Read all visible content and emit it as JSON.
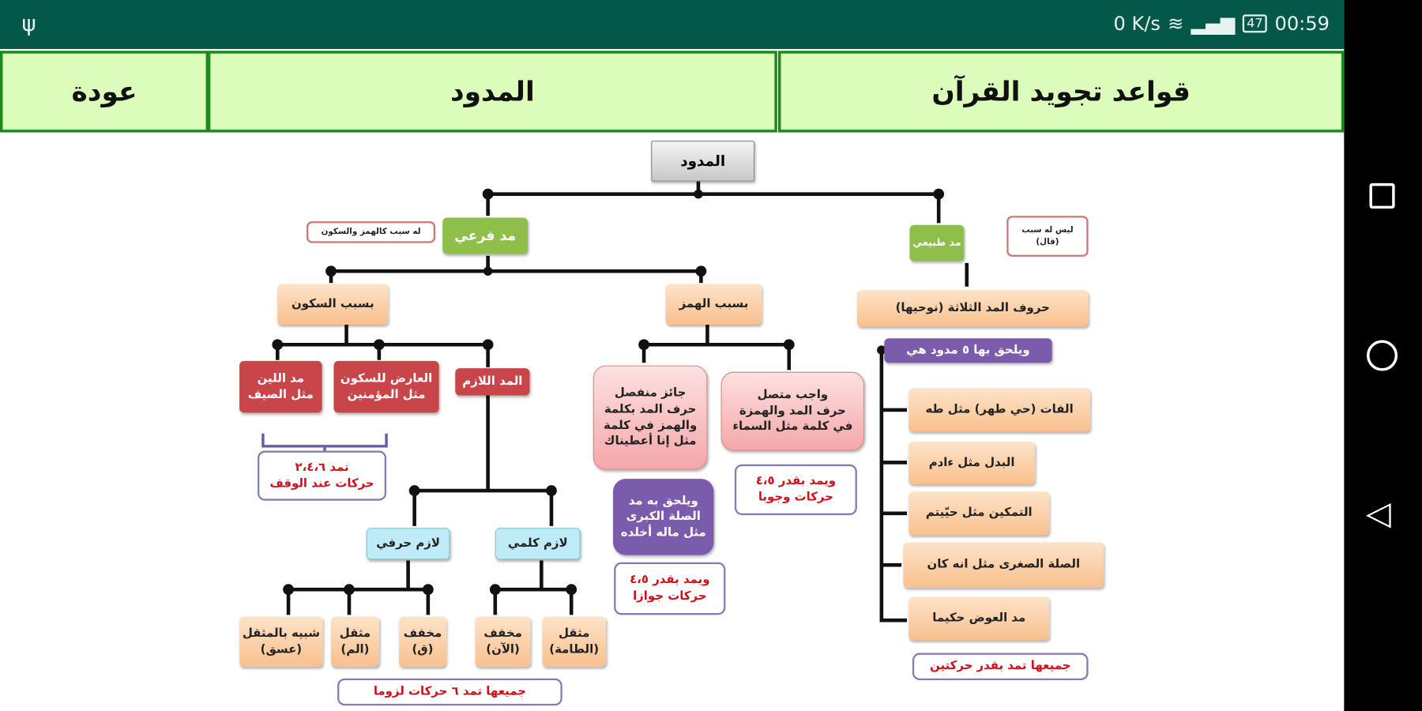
{
  "status_bar": {
    "speed": "0 K/s",
    "battery": "47",
    "time": "00:59"
  },
  "header": {
    "title": "قواعد تجويد القرآن",
    "section": "المدود",
    "back": "عودة"
  },
  "diagram": {
    "root": "المدود",
    "far3i": "مد فرعي",
    "far3i_note": "له سبب كالهمز والسكون",
    "tabi3i": "مد طبيعي",
    "tabi3i_note": "ليس له سبب\n(قال)",
    "sukun": "بسبب السكون",
    "hamz": "بسبب الهمز",
    "huruf": "حروف المد الثلاثة (نوحيها)",
    "leen": "مد اللين\nمثل الصيف",
    "aarid": "العارض للسكون\nمثل المؤمنين",
    "lazim": "المد اللازم",
    "jaiz": "جائز منفصل\nحرف المد بكلمة\nوالهمز في كلمة\nمثل إنا أعطيناك",
    "wajib": "واجب متصل\nحرف المد والهمزة\nفي كلمة مثل السماء",
    "sukun_count": "تمد ٢،٤،٦\nحركات عند الوقف",
    "wajib_count": "ويمد بقدر ٤،٥\nحركات وجوبا",
    "sila_kubra": "ويلحق به مد\nالصلة الكبرى\nمثل ماله أخلده",
    "jaiz_count": "ويمد بقدر ٤،٥\nحركات جوازا",
    "tabi3i_attached": "ويلحق بها ٥ مدود هي",
    "tabi3i_items": [
      "الفات (حي طهر) مثل طه",
      "البدل مثل ءادم",
      "التمكين مثل حيّيتم",
      "الصلة الصغرى مثل انه كان",
      "مد العوض حكيما"
    ],
    "tabi3i_count": "جميعها تمد بقدر حركتين",
    "harfi": "لازم حرفي",
    "kalimi": "لازم كلمي",
    "harfi_items": [
      "شبيه بالمثقل\n(عسق)",
      "مثقل\n(الم)",
      "مخفف\n(ق)"
    ],
    "kalimi_items": [
      "مخفف\n(الآن)",
      "مثقل\n(الطامة)"
    ],
    "lazim_count": "جميعها تمد ٦ حركات لزوما"
  }
}
